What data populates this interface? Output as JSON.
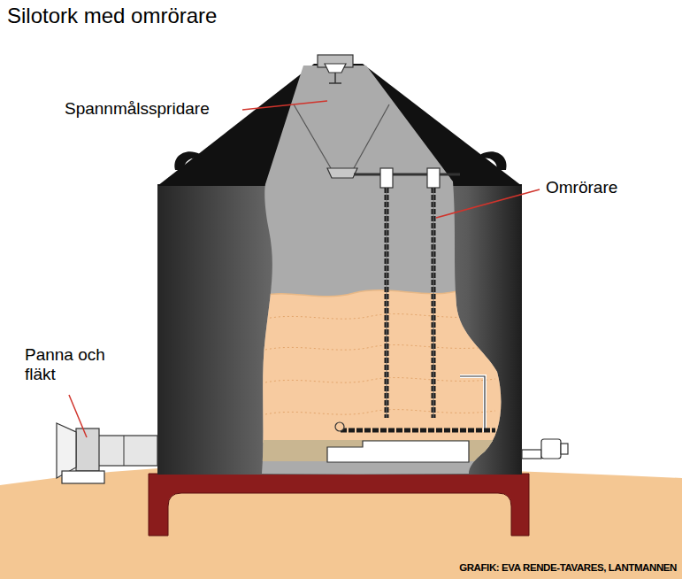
{
  "diagram": {
    "title": "Silotork med omrörare",
    "labels": [
      "Spannmålsspridare",
      "Omrörare",
      "Panna och fläkt",
      "GRAFIK: EVA RENDE-TAVARES, LANTMANNEN"
    ]
  }
}
